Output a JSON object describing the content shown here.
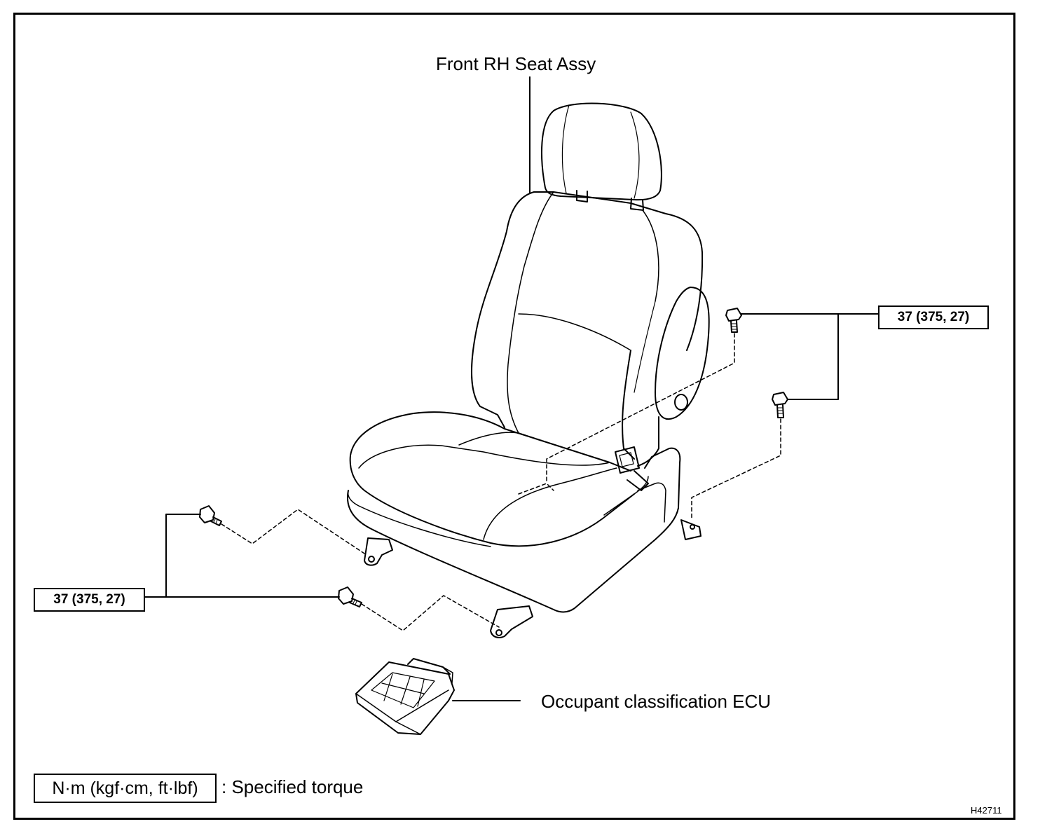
{
  "title": "Front RH Seat Assy",
  "torque_labels": {
    "right": "37 (375, 27)",
    "left": "37 (375, 27)"
  },
  "ecu_label": "Occupant classification ECU",
  "legend": {
    "unit": "N·m (kgf·cm, ft·lbf)",
    "description": ": Specified torque"
  },
  "figure_code": "H42711"
}
